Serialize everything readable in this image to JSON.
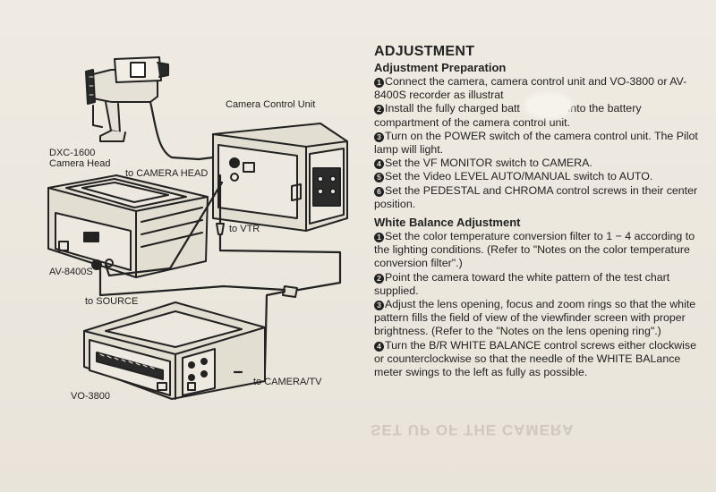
{
  "labels": {
    "camera_control_unit": "Camera Control Unit",
    "camera_head_model": "DXC-1600",
    "camera_head": "Camera Head",
    "to_camera_head": "to CAMERA HEAD",
    "to_vtr": "to VTR",
    "recorder_model": "AV-8400S",
    "to_source": "to SOURCE",
    "to_camera_tv": "to CAMERA/TV",
    "vcr_model": "VO-3800"
  },
  "text": {
    "section_title": "ADJUSTMENT",
    "prep_title": "Adjustment Preparation",
    "prep_steps": [
      {
        "n": "1",
        "text": "Connect the camera, camera control unit and VO-3800 or AV-8400S recorder as illustrat"
      },
      {
        "n": "2",
        "text": "Install the fully charged batt         ack into the battery compartment of the camera control unit."
      },
      {
        "n": "3",
        "text": "Turn on the POWER switch of the camera control unit. The Pilot lamp will light."
      },
      {
        "n": "4",
        "text": "Set the VF MONITOR switch to CAMERA."
      },
      {
        "n": "5",
        "text": "Set the Video LEVEL AUTO/MANUAL switch to AUTO."
      },
      {
        "n": "6",
        "text": "Set the PEDESTAL and CHROMA control screws in their center position."
      }
    ],
    "wb_title": "White Balance Adjustment",
    "wb_steps": [
      {
        "n": "1",
        "text": "Set the color temperature conversion filter to 1 − 4 according to the lighting conditions.  (Refer to \"Notes on the color temperature conversion filter\".)"
      },
      {
        "n": "2",
        "text": "Point the camera toward the white pattern of the test chart supplied."
      },
      {
        "n": "3",
        "text": "Adjust the lens opening, focus and zoom rings so that the white pattern fills the field of view of the viewfinder screen with proper brightness.  (Refer to the \"Notes on the lens opening ring\".)"
      },
      {
        "n": "4",
        "text": "Turn the B/R WHITE BALANCE control screws either clockwise or counterclockwise so that the needle of the WHITE BALance meter swings to the left as fully as possible."
      }
    ],
    "ghost_heading": "SET UP OF THE CAMERA"
  }
}
